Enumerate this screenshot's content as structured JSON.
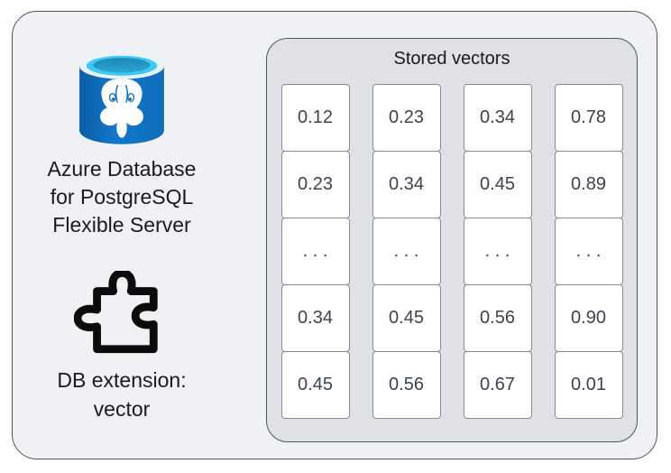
{
  "database": {
    "icon": "azure-postgresql-database-icon",
    "label_lines": [
      "Azure Database",
      "for PostgreSQL",
      "Flexible Server"
    ]
  },
  "extension": {
    "icon": "puzzle-icon",
    "label_lines": [
      "DB extension:",
      "vector"
    ]
  },
  "stored_vectors": {
    "title": "Stored vectors",
    "columns": [
      [
        "0.12",
        "0.23",
        ". . .",
        "0.34",
        "0.45"
      ],
      [
        "0.23",
        "0.34",
        ". . .",
        "0.45",
        "0.56"
      ],
      [
        "0.34",
        "0.45",
        ". . .",
        "0.56",
        "0.67"
      ],
      [
        "0.78",
        "0.89",
        ". . .",
        "0.90",
        "0.01"
      ]
    ]
  },
  "colors": {
    "outer_fill": "#f0f1f4",
    "outer_border": "#4e5560",
    "panel_fill": "#dfe1e6",
    "panel_border": "#4e5560",
    "cell_fill": "#ffffff",
    "cell_border": "#868c96",
    "cell_text": "#3d434e",
    "label_text": "#1a1a1a",
    "brand_blue": "#1277cb",
    "brand_cyan": "#3fc9f4",
    "brand_teal": "#2195c4",
    "icon_black": "#0b0b0b"
  }
}
